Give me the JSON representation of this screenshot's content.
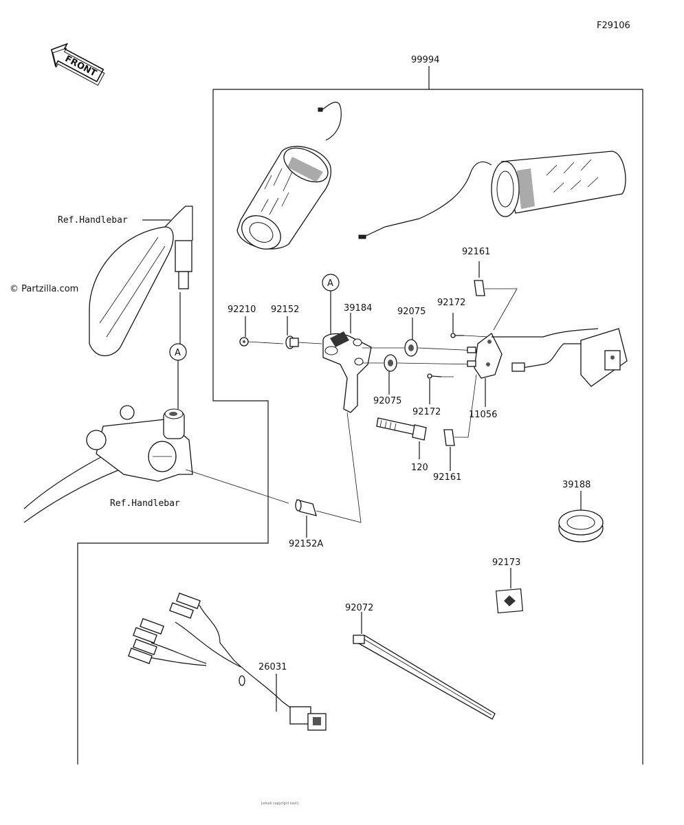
{
  "figure_id": "F29106",
  "front_label": "FRONT",
  "watermark": "© Partzilla.com",
  "callout_a": "A",
  "ref_labels": {
    "handlebar_top": "Ref.Handlebar",
    "handlebar_bottom": "Ref.Handlebar"
  },
  "parts": {
    "kit": "99994",
    "p92161_top": "92161",
    "p92210": "92210",
    "p92152": "92152",
    "p39184": "39184",
    "p92075_top": "92075",
    "p92172_top": "92172",
    "p92075_bottom": "92075",
    "p92172_bottom": "92172",
    "p11056": "11056",
    "p120": "120",
    "p92161_bottom": "92161",
    "p39188": "39188",
    "p92152A": "92152A",
    "p92173": "92173",
    "p92072": "92072",
    "p26031": "26031"
  },
  "footer_note": "[small copyright text]"
}
